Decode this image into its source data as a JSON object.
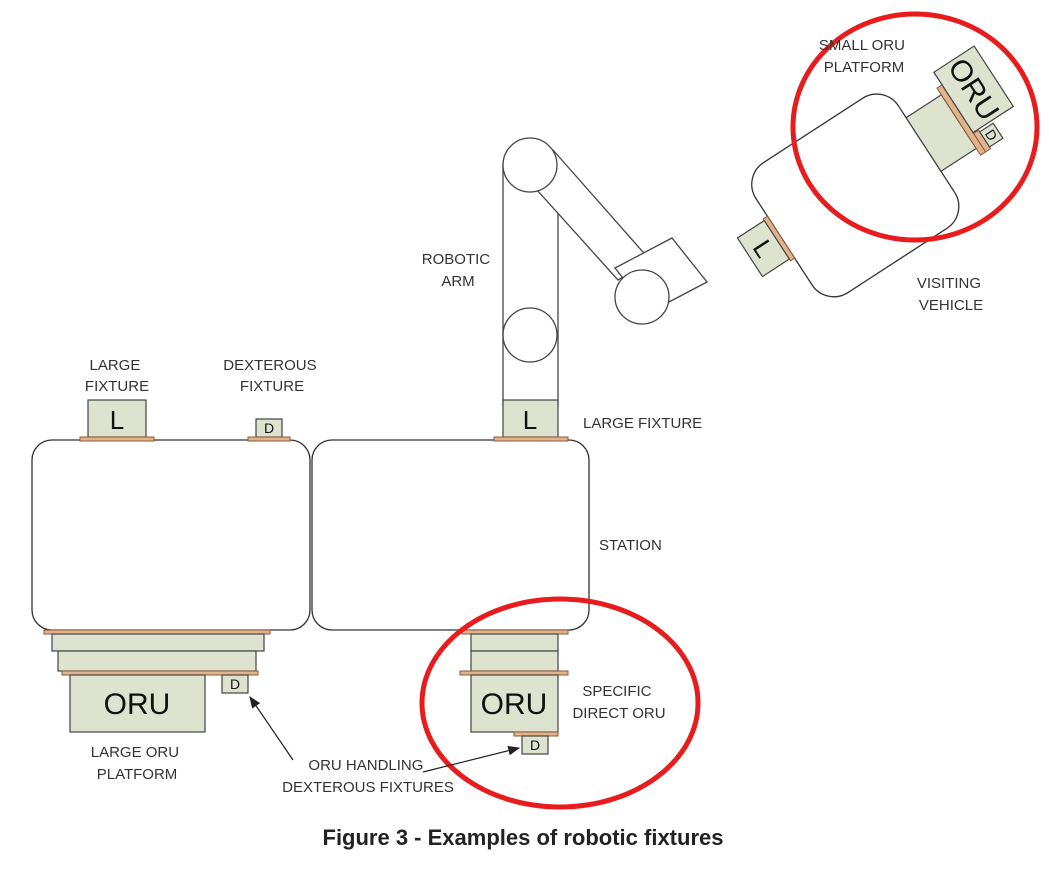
{
  "diagram": {
    "labels": {
      "robotic_arm": [
        "ROBOTIC",
        "ARM"
      ],
      "small_oru_platform": [
        "SMALL ORU",
        "PLATFORM"
      ],
      "visiting_vehicle": [
        "VISITING",
        "VEHICLE"
      ],
      "large_fixture_top": [
        "LARGE",
        "FIXTURE"
      ],
      "dexterous_fixture": [
        "DEXTEROUS",
        "FIXTURE"
      ],
      "large_fixture_right": "LARGE FIXTURE",
      "station": "STATION",
      "specific_direct_oru": [
        "SPECIFIC",
        "DIRECT ORU"
      ],
      "large_oru_platform": [
        "LARGE ORU",
        "PLATFORM"
      ],
      "oru_handling": [
        "ORU HANDLING",
        "DEXTEROUS FIXTURES"
      ]
    },
    "box_text": {
      "oru": "ORU",
      "large": "L",
      "dexterous": "D"
    },
    "colors": {
      "highlight": "#e81c1c",
      "fixture_fill": "#dde3cf",
      "interface_plate": "#e2b48e"
    }
  },
  "caption": "Figure 3 - Examples of robotic fixtures"
}
